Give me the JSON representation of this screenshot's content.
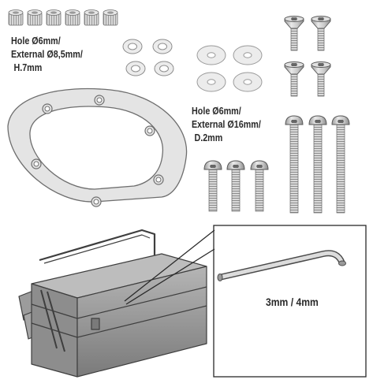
{
  "labels": {
    "spacer": [
      "Hole Ø6mm/",
      "External Ø8,5mm/",
      "H.7mm"
    ],
    "washer": [
      "Hole Ø6mm/",
      "External Ø16mm/",
      "D.2mm"
    ],
    "allen_key": "3mm / 4mm"
  },
  "icons": [
    "spacer-icon",
    "small-washer-icon",
    "large-washer-icon",
    "flange-ring-icon",
    "countersunk-screw-icon",
    "button-head-screw-icon",
    "long-screw-icon",
    "toolbox-icon",
    "allen-key-icon",
    "callout-leader-icon"
  ],
  "colors": {
    "ink": "#2a2a2a",
    "metal": "#cfcfcf",
    "metal_dark": "#8f8f8f",
    "washer": "#ececec"
  }
}
